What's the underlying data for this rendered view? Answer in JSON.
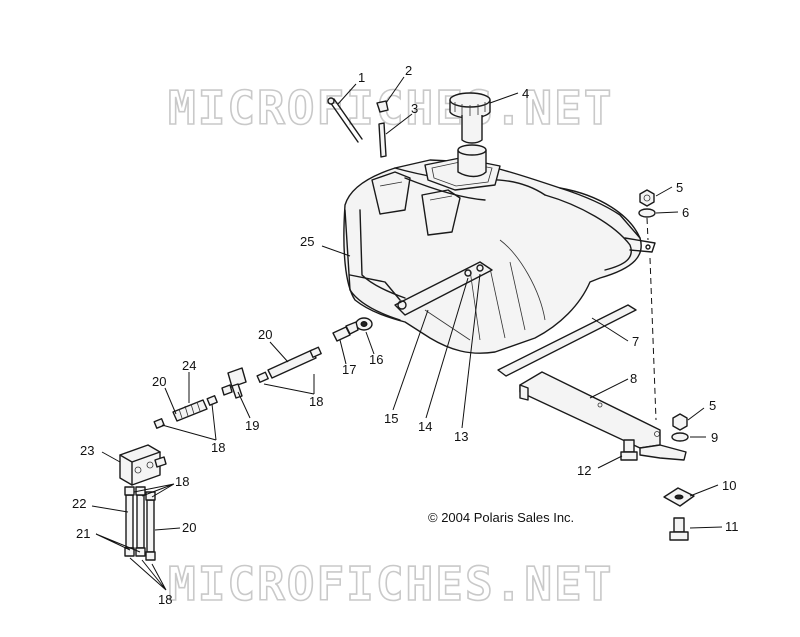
{
  "watermark": {
    "text": "MICROFICHES.NET"
  },
  "copyright": "© 2004 Polaris Sales Inc.",
  "callouts": [
    {
      "id": "c1",
      "label": "1"
    },
    {
      "id": "c2",
      "label": "2"
    },
    {
      "id": "c3",
      "label": "3"
    },
    {
      "id": "c4",
      "label": "4"
    },
    {
      "id": "c5a",
      "label": "5"
    },
    {
      "id": "c6",
      "label": "6"
    },
    {
      "id": "c25",
      "label": "25"
    },
    {
      "id": "c7",
      "label": "7"
    },
    {
      "id": "c20a",
      "label": "20"
    },
    {
      "id": "c24",
      "label": "24"
    },
    {
      "id": "c20b",
      "label": "20"
    },
    {
      "id": "c17",
      "label": "17"
    },
    {
      "id": "c16",
      "label": "16"
    },
    {
      "id": "c8",
      "label": "8"
    },
    {
      "id": "c18a",
      "label": "18"
    },
    {
      "id": "c19",
      "label": "19"
    },
    {
      "id": "c18b",
      "label": "18"
    },
    {
      "id": "c15",
      "label": "15"
    },
    {
      "id": "c14",
      "label": "14"
    },
    {
      "id": "c13",
      "label": "13"
    },
    {
      "id": "c5b",
      "label": "5"
    },
    {
      "id": "c9",
      "label": "9"
    },
    {
      "id": "c23",
      "label": "23"
    },
    {
      "id": "c12",
      "label": "12"
    },
    {
      "id": "c18c",
      "label": "18"
    },
    {
      "id": "c22",
      "label": "22"
    },
    {
      "id": "c10",
      "label": "10"
    },
    {
      "id": "c21",
      "label": "21"
    },
    {
      "id": "c20c",
      "label": "20"
    },
    {
      "id": "c11",
      "label": "11"
    },
    {
      "id": "c18d",
      "label": "18"
    }
  ]
}
